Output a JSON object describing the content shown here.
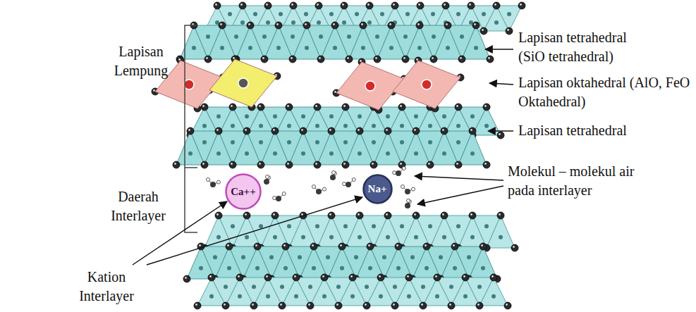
{
  "diagram": {
    "nodes": [
      {
        "text": [
          "Ca++"
        ]
      },
      {
        "text": [
          "Na+"
        ]
      }
    ],
    "labels": [
      "Lapisan Lempung",
      "Lapisan tetrahedral (SiO tetrahedral)",
      "Lapisan oktahedral (AlO, FeO Oktahedral)",
      "Lapisan tetrahedral",
      "Daerah Interlayer",
      "Molekul – molekul air pada interlayer",
      "Kation Interlayer"
    ]
  }
}
